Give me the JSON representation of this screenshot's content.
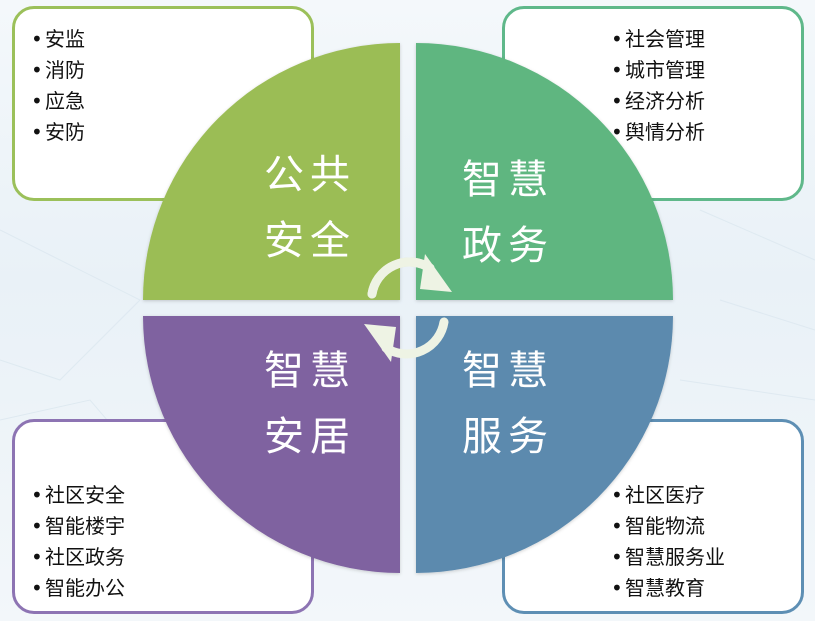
{
  "quadrants": {
    "top_left": {
      "line1": "公共",
      "line2": "安全",
      "color": "#9bbd55"
    },
    "top_right": {
      "line1": "智慧",
      "line2": "政务",
      "color": "#5fb680"
    },
    "bottom_left": {
      "line1": "智慧",
      "line2": "安居",
      "color": "#7f62a0"
    },
    "bottom_right": {
      "line1": "智慧",
      "line2": "服务",
      "color": "#5b8aae"
    }
  },
  "cards": {
    "top_left": {
      "items": [
        "安监",
        "消防",
        "应急",
        "安防"
      ],
      "border_color": "#9bc05a"
    },
    "top_right": {
      "items": [
        "社会管理",
        "城市管理",
        "经济分析",
        "舆情分析"
      ],
      "border_color": "#5fb88a"
    },
    "bottom_left": {
      "items": [
        "社区安全",
        "智能楼宇",
        "社区政务",
        "智能办公"
      ],
      "border_color": "#8d74b3"
    },
    "bottom_right": {
      "items": [
        "社区医疗",
        "智能物流",
        "智慧服务业",
        "智慧教育"
      ],
      "border_color": "#5e8fb4"
    }
  },
  "icons": {
    "bullet": "•",
    "center": "cycle-arrows-icon"
  }
}
